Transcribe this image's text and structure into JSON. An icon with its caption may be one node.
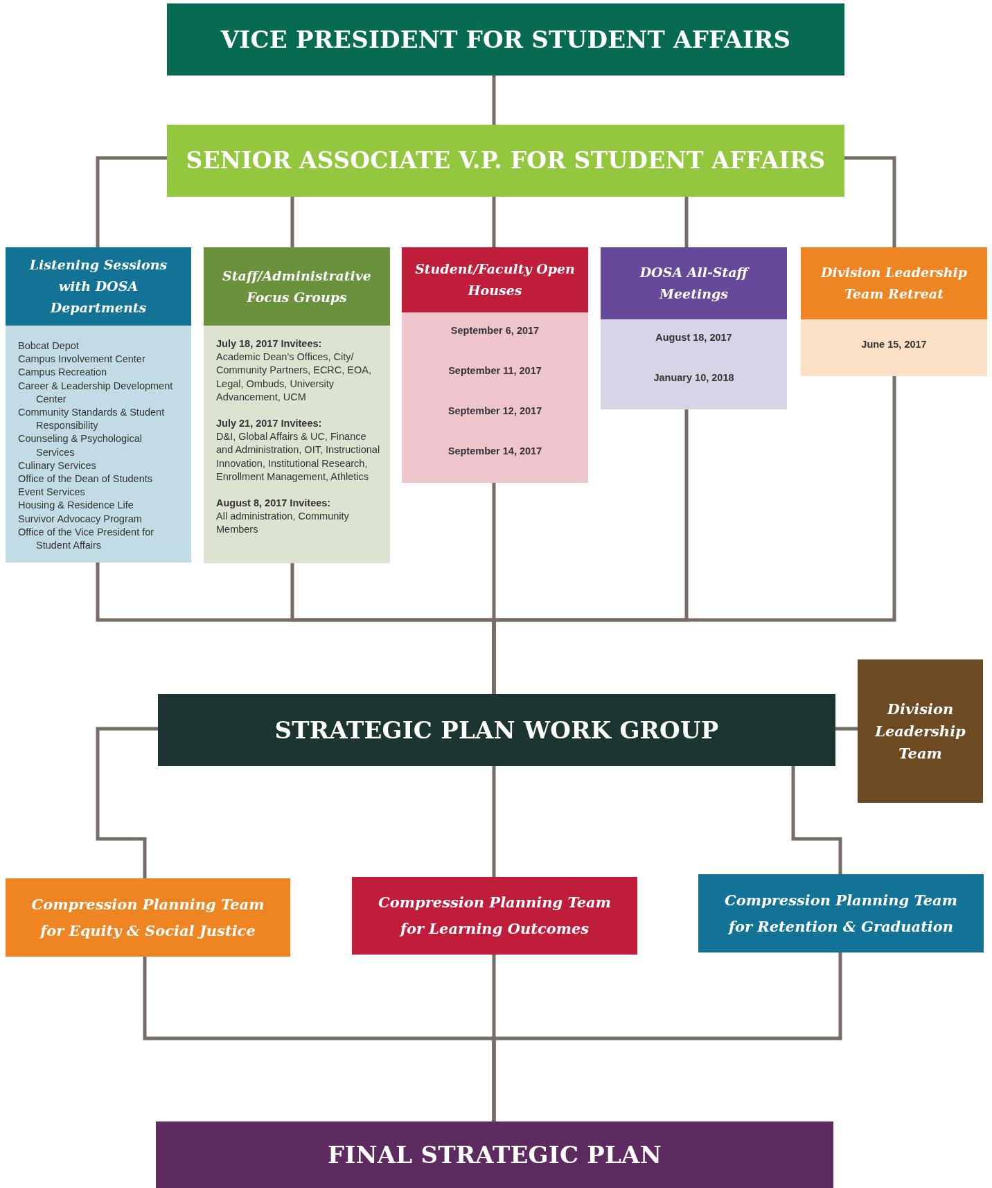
{
  "diagram": {
    "nodes": [
      {
        "text": [
          "VICE PRESIDENT FOR STUDENT AFFAIRS"
        ]
      },
      {
        "text": [
          "SENIOR ASSOCIATE V.P. FOR STUDENT AFFAIRS"
        ]
      },
      {
        "text": [
          "Listening Sessions with DOSA Departments",
          "Bobcat Depot",
          "Campus Involvement Center",
          "Campus Recreation",
          "Career & Leadership Development Center",
          "Community Standards & Student Responsibility",
          "Counseling & Psychological Services",
          "Culinary Services",
          "Office of the Dean of Students",
          "Event Services",
          "Housing & Residence Life",
          "Survivor Advocacy Program",
          "Office of the Vice President for Student Affairs"
        ]
      },
      {
        "text": [
          "Staff/Administrative Focus Groups",
          "**July 18, 2017 Invitees:** Academic Dean’s Offices, City/ Community Partners, ECRC, EOA, Legal, Ombuds, University Advancement, UCM",
          "**July 21, 2017 Invitees:** D&I, Global Affairs & UC, Finance and Administration, OIT, Instructional Innovation, Institutional Research, Enrollment Management, Athletics",
          "**August 8, 2017 Invitees:** All administration, Community Members"
        ]
      },
      {
        "text": [
          "Student/Faculty Open Houses",
          "September 6, 2017",
          "September 11, 2017",
          "September 12, 2017",
          "September 14, 2017"
        ]
      },
      {
        "text": [
          "DOSA All-Staff Meetings",
          "August 18, 2017",
          "January 10, 2018"
        ]
      },
      {
        "text": [
          "Division Leadership Team Retreat",
          "June 15, 2017"
        ]
      },
      {
        "text": [
          "STRATEGIC PLAN WORK GROUP"
        ]
      },
      {
        "text": [
          "Division Leadership Team"
        ]
      },
      {
        "text": [
          "Compression Planning Team for Equity & Social Justice"
        ]
      },
      {
        "text": [
          "Compression Planning Team for Learning Outcomes"
        ]
      },
      {
        "text": [
          "Compression Planning Team for Retention & Graduation"
        ]
      },
      {
        "text": [
          "FINAL STRATEGIC PLAN"
        ]
      }
    ],
    "edges": [
      {
        "from": 0,
        "to": 1,
        "arrow": "none"
      },
      {
        "from": 1,
        "to": 2,
        "arrow": "none"
      },
      {
        "from": 1,
        "to": 3,
        "arrow": "none"
      },
      {
        "from": 1,
        "to": 4,
        "arrow": "none"
      },
      {
        "from": 1,
        "to": 5,
        "arrow": "none"
      },
      {
        "from": 1,
        "to": 6,
        "arrow": "none"
      },
      {
        "from": 2,
        "to": 7,
        "arrow": "none"
      },
      {
        "from": 3,
        "to": 7,
        "arrow": "none"
      },
      {
        "from": 4,
        "to": 7,
        "arrow": "none"
      },
      {
        "from": 5,
        "to": 7,
        "arrow": "none"
      },
      {
        "from": 6,
        "to": 7,
        "arrow": "none"
      },
      {
        "from": 7,
        "to": 8,
        "arrow": "none"
      },
      {
        "from": 7,
        "to": 9,
        "arrow": "none"
      },
      {
        "from": 7,
        "to": 10,
        "arrow": "none"
      },
      {
        "from": 7,
        "to": 11,
        "arrow": "none"
      },
      {
        "from": 9,
        "to": 12,
        "arrow": "none"
      },
      {
        "from": 10,
        "to": 12,
        "arrow": "none"
      },
      {
        "from": 11,
        "to": 12,
        "arrow": "none"
      }
    ]
  }
}
